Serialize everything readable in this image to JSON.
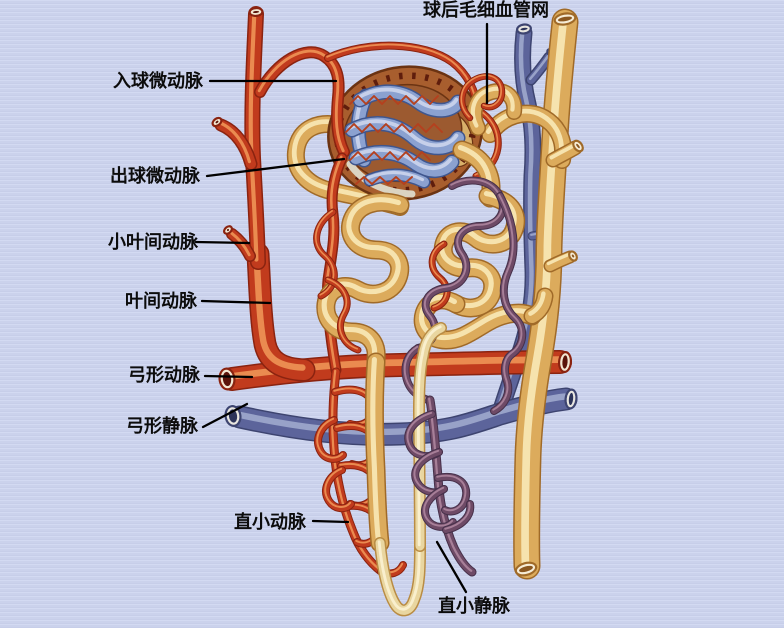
{
  "diagram": {
    "background_color": "#ccd3ec",
    "labels": [
      {
        "id": "peritubular-capillary-network",
        "text": "球后毛细血管网"
      },
      {
        "id": "afferent-arteriole",
        "text": "入球微动脉"
      },
      {
        "id": "efferent-arteriole",
        "text": "出球微动脉"
      },
      {
        "id": "interlobular-artery",
        "text": "小叶间动脉"
      },
      {
        "id": "interlobar-artery",
        "text": "叶间动脉"
      },
      {
        "id": "arcuate-artery",
        "text": "弓形动脉"
      },
      {
        "id": "arcuate-vein",
        "text": "弓形静脉"
      },
      {
        "id": "vasa-recta-arteriole",
        "text": "直小动脉"
      },
      {
        "id": "vasa-recta-venule",
        "text": "直小静脉"
      }
    ],
    "colors": {
      "artery": {
        "edge": "#8a2310",
        "base": "#c13b1d",
        "hi": "#ea8b50",
        "lumen": "#5a140a",
        "wall": "#f2e7d2"
      },
      "vein": {
        "edge": "#3d4470",
        "base": "#5c649b",
        "hi": "#98a2c8",
        "lumen": "#2c3359",
        "wall": "#e8e6e0"
      },
      "purple": {
        "edge": "#46304a",
        "base": "#6e4a66",
        "hi": "#a77f98",
        "lumen": "#3a2440",
        "wall": "#e8e0da"
      },
      "tubule": {
        "edge": "#a06a28",
        "base": "#dcab5c",
        "hi": "#f6e3ae",
        "lumen": "#8a5720",
        "wall": "#f6ecd6"
      },
      "limb": {
        "edge": "#b98c44",
        "base": "#e9d6a0",
        "hi": "#f9efcd",
        "lumen": "#9a7030",
        "wall": "#f6ecd6"
      },
      "tuft": {
        "edge": "#3f568e",
        "base": "#8ba1d0",
        "hi": "#c6d0ea",
        "lumen": "#31457a",
        "wall": "#e8e6e0"
      },
      "capsule_brown": "#a85e2e",
      "capsule_outline": "#6b3312",
      "capsule_dots": "#5f1d0c",
      "capsule_interior": "#9c5a30",
      "tuft_squiggle": "#b5401e",
      "leader_line": "#000000",
      "label_color": "#0c0c0c"
    }
  }
}
